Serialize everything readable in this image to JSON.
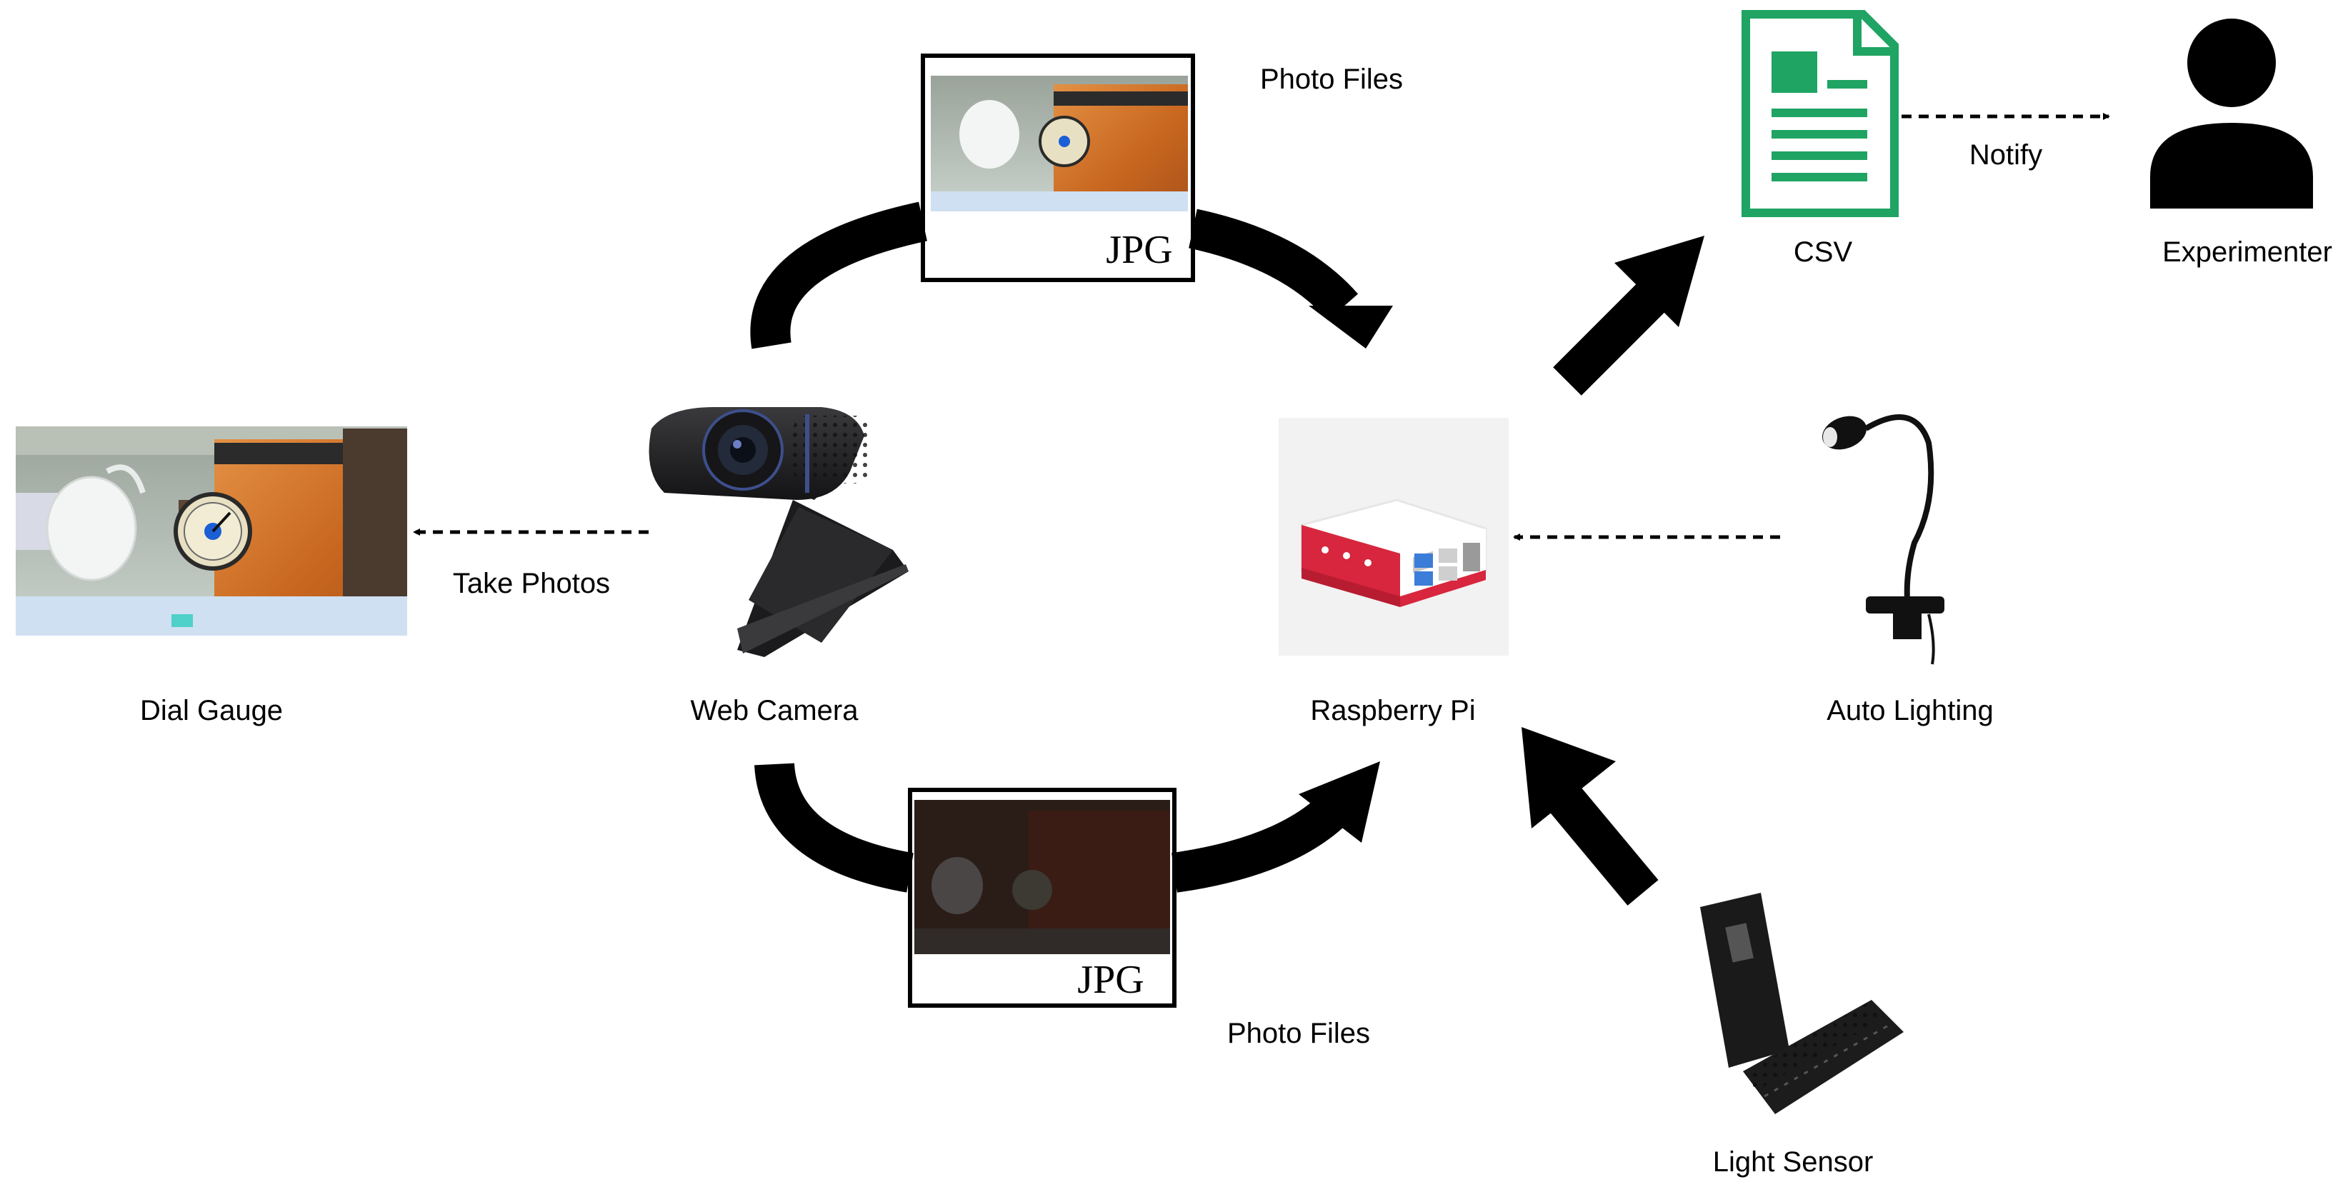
{
  "nodes": {
    "dial_gauge": {
      "label": "Dial Gauge"
    },
    "web_camera": {
      "label": "Web Camera"
    },
    "raspberry_pi": {
      "label": "Raspberry Pi"
    },
    "auto_lighting": {
      "label": "Auto Lighting"
    },
    "light_sensor": {
      "label": "Light Sensor"
    },
    "csv": {
      "label": "CSV"
    },
    "experimenter": {
      "label": "Experimenter"
    }
  },
  "files": {
    "top": {
      "badge": "JPG",
      "label": "Photo Files"
    },
    "bottom": {
      "badge": "JPG",
      "label": "Photo Files"
    }
  },
  "edges": {
    "take_photos": "Take Photos",
    "notify": "Notify"
  },
  "colors": {
    "csv_green": "#1FA463",
    "pi_red": "#D7263D",
    "orange_panel": "#D9792E",
    "lamp_blue": "#1B5FD6"
  }
}
